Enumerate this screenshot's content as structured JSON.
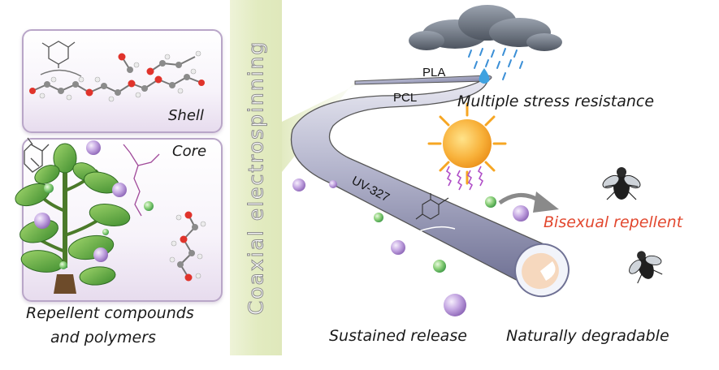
{
  "labels": {
    "coaxial": "Coaxial electrospinning",
    "shell": "Shell",
    "core": "Core",
    "caption_line1": "Repellent compounds",
    "caption_line2": "and polymers",
    "pla": "PLA",
    "pcl": "PCL",
    "uv": "UV-327",
    "stress": "Multiple stress resistance",
    "bisexual": "Bisexual repellent",
    "sustained": "Sustained release",
    "degradable": "Naturally degradable"
  },
  "colors": {
    "accent_red": "#e2482f",
    "panel_border": "#b9a6c8",
    "strip": "#e2ebc0",
    "fiber": "#a7a9c4",
    "green_sphere": "#69c26b",
    "purple_sphere": "#b596d6",
    "sun": "#f6a623",
    "cloud": "#6b7380",
    "rain": "#3b8fd6"
  },
  "icons": [
    "cloud-icon",
    "rain-icon",
    "sun-icon",
    "fly-icon",
    "plant-icon",
    "molecule-icon",
    "arrow-icon"
  ]
}
